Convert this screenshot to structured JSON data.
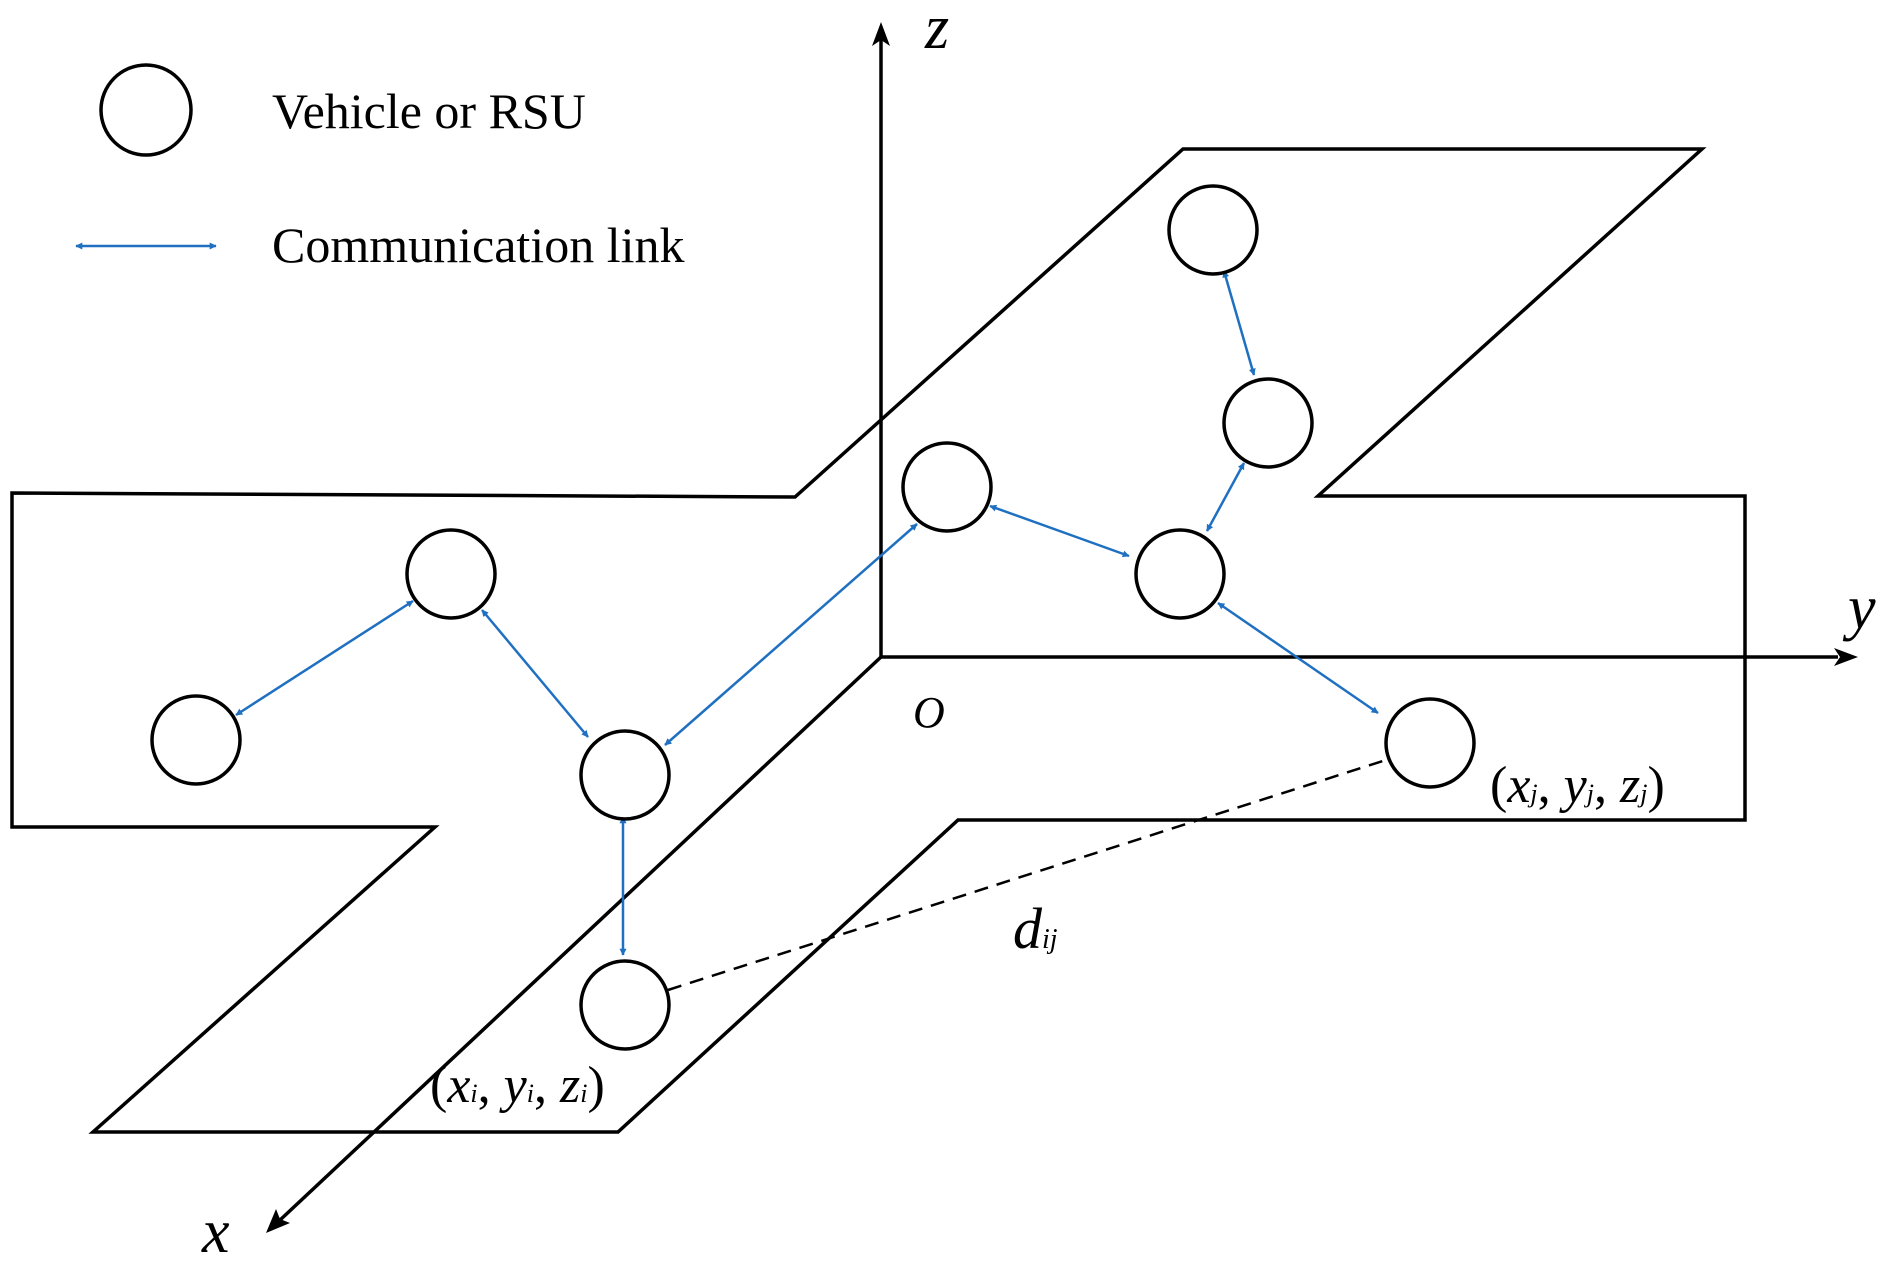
{
  "legend": {
    "node_label": "Vehicle or RSU",
    "link_label": "Communication link"
  },
  "axes": {
    "x": "x",
    "y": "y",
    "z": "z",
    "origin": "O"
  },
  "distance_label": {
    "main": "d",
    "sub": "ij"
  },
  "node_i_coords": {
    "open": "(",
    "x": "x",
    "x_sub": "i",
    "sep1": ", ",
    "y": "y",
    "y_sub": "i",
    "sep2": ", ",
    "z": "z",
    "z_sub": "i",
    "close": ")"
  },
  "node_j_coords": {
    "open": "(",
    "x": "x",
    "x_sub": "j",
    "sep1": ", ",
    "y": "y",
    "y_sub": "j",
    "sep2": ", ",
    "z": "z",
    "z_sub": "j",
    "close": ")"
  },
  "colors": {
    "link": "#1f70c1",
    "outline": "#000000"
  }
}
